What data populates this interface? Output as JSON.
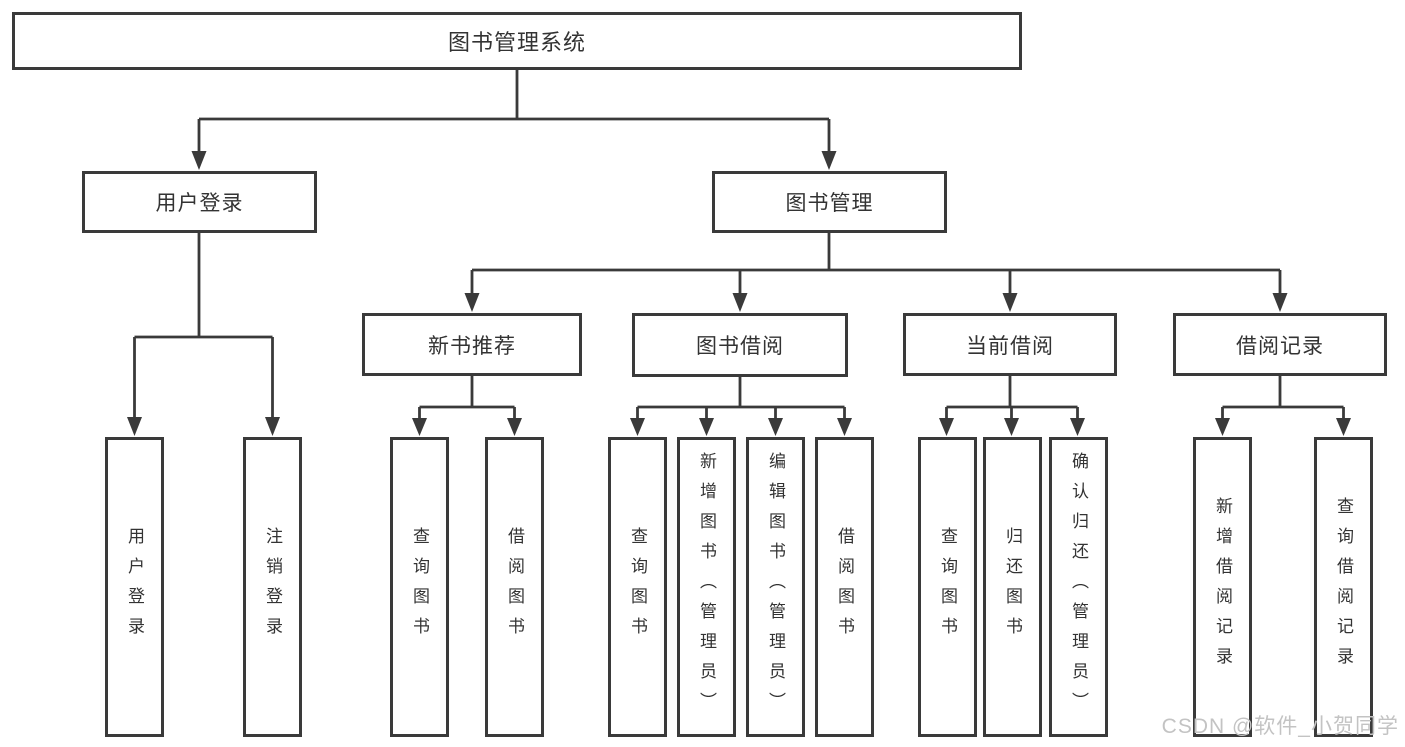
{
  "diagram": {
    "root": {
      "label": "图书管理系统"
    },
    "branches": [
      {
        "label": "用户登录",
        "children": [
          {
            "label": "用户登录"
          },
          {
            "label": "注销登录"
          }
        ]
      },
      {
        "label": "图书管理",
        "children": [
          {
            "label": "新书推荐",
            "children": [
              {
                "label": "查询图书"
              },
              {
                "label": "借阅图书"
              }
            ]
          },
          {
            "label": "图书借阅",
            "children": [
              {
                "label": "查询图书"
              },
              {
                "label": "新增图书（管理员）"
              },
              {
                "label": "编辑图书（管理员）"
              },
              {
                "label": "借阅图书"
              }
            ]
          },
          {
            "label": "当前借阅",
            "children": [
              {
                "label": "查询图书"
              },
              {
                "label": "归还图书"
              },
              {
                "label": "确认归还（管理员）"
              }
            ]
          },
          {
            "label": "借阅记录",
            "children": [
              {
                "label": "新增借阅记录"
              },
              {
                "label": "查询借阅记录"
              }
            ]
          }
        ]
      }
    ]
  },
  "colors": {
    "line": "#3a3a3a",
    "text": "#333333",
    "watermark": "#c3c3c3",
    "background": "#ffffff"
  },
  "watermark": {
    "text": "CSDN @软件_小贺同学"
  }
}
